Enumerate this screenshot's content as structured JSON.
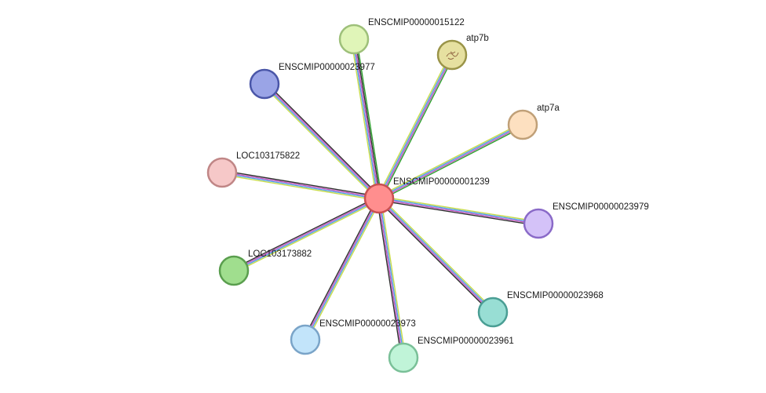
{
  "center": {
    "label": "ENSCMIP00000001239",
    "fill": "#ff8e8e",
    "stroke": "#c85050"
  },
  "nodes": [
    {
      "id": "n1",
      "label": "ENSCMIP00000015122",
      "fill": "#e0f5b8",
      "stroke": "#9ec07a",
      "edges": [
        "#c8dc4a",
        "#4e9ee6",
        "#c052c0",
        "#2f2f2f",
        "#2ea02e"
      ]
    },
    {
      "id": "n2",
      "label": "atp7b",
      "fill": "#e6e0a0",
      "stroke": "#9a9448",
      "edges": [
        "#c8dc4a",
        "#4e9ee6",
        "#c052c0",
        "#2ea02e"
      ]
    },
    {
      "id": "n3",
      "label": "ENSCMIP00000023977",
      "fill": "#9aa4e6",
      "stroke": "#4a56a8",
      "edges": [
        "#c8dc4a",
        "#4e9ee6",
        "#c052c0",
        "#2f2f2f"
      ]
    },
    {
      "id": "n4",
      "label": "atp7a",
      "fill": "#fde0c0",
      "stroke": "#c0a078",
      "edges": [
        "#c8dc4a",
        "#4e9ee6",
        "#c052c0",
        "#2ea02e"
      ]
    },
    {
      "id": "n5",
      "label": "LOC103175822",
      "fill": "#f6c8c8",
      "stroke": "#c08686",
      "edges": [
        "#c8dc4a",
        "#4e9ee6",
        "#c052c0",
        "#2f2f2f"
      ]
    },
    {
      "id": "n6",
      "label": "ENSCMIP00000023979",
      "fill": "#d4c2f8",
      "stroke": "#8a6ac8",
      "edges": [
        "#c8dc4a",
        "#4e9ee6",
        "#c052c0",
        "#2f2f2f"
      ]
    },
    {
      "id": "n7",
      "label": "LOC103173882",
      "fill": "#a0de8e",
      "stroke": "#5a9e4e",
      "edges": [
        "#c8dc4a",
        "#4e9ee6",
        "#c052c0",
        "#2f2f2f"
      ]
    },
    {
      "id": "n8",
      "label": "ENSCMIP00000023968",
      "fill": "#98ded4",
      "stroke": "#4a9e94",
      "edges": [
        "#c8dc4a",
        "#4e9ee6",
        "#c052c0",
        "#2f2f2f"
      ]
    },
    {
      "id": "n9",
      "label": "ENSCMIP00000023973",
      "fill": "#c2e4fa",
      "stroke": "#7aa4c8",
      "edges": [
        "#c8dc4a",
        "#4e9ee6",
        "#c052c0",
        "#2f2f2f"
      ]
    },
    {
      "id": "n10",
      "label": "ENSCMIP00000023961",
      "fill": "#c0f4d8",
      "stroke": "#7ac098",
      "edges": [
        "#c8dc4a",
        "#4e9ee6",
        "#c052c0",
        "#2f2f2f"
      ]
    }
  ]
}
